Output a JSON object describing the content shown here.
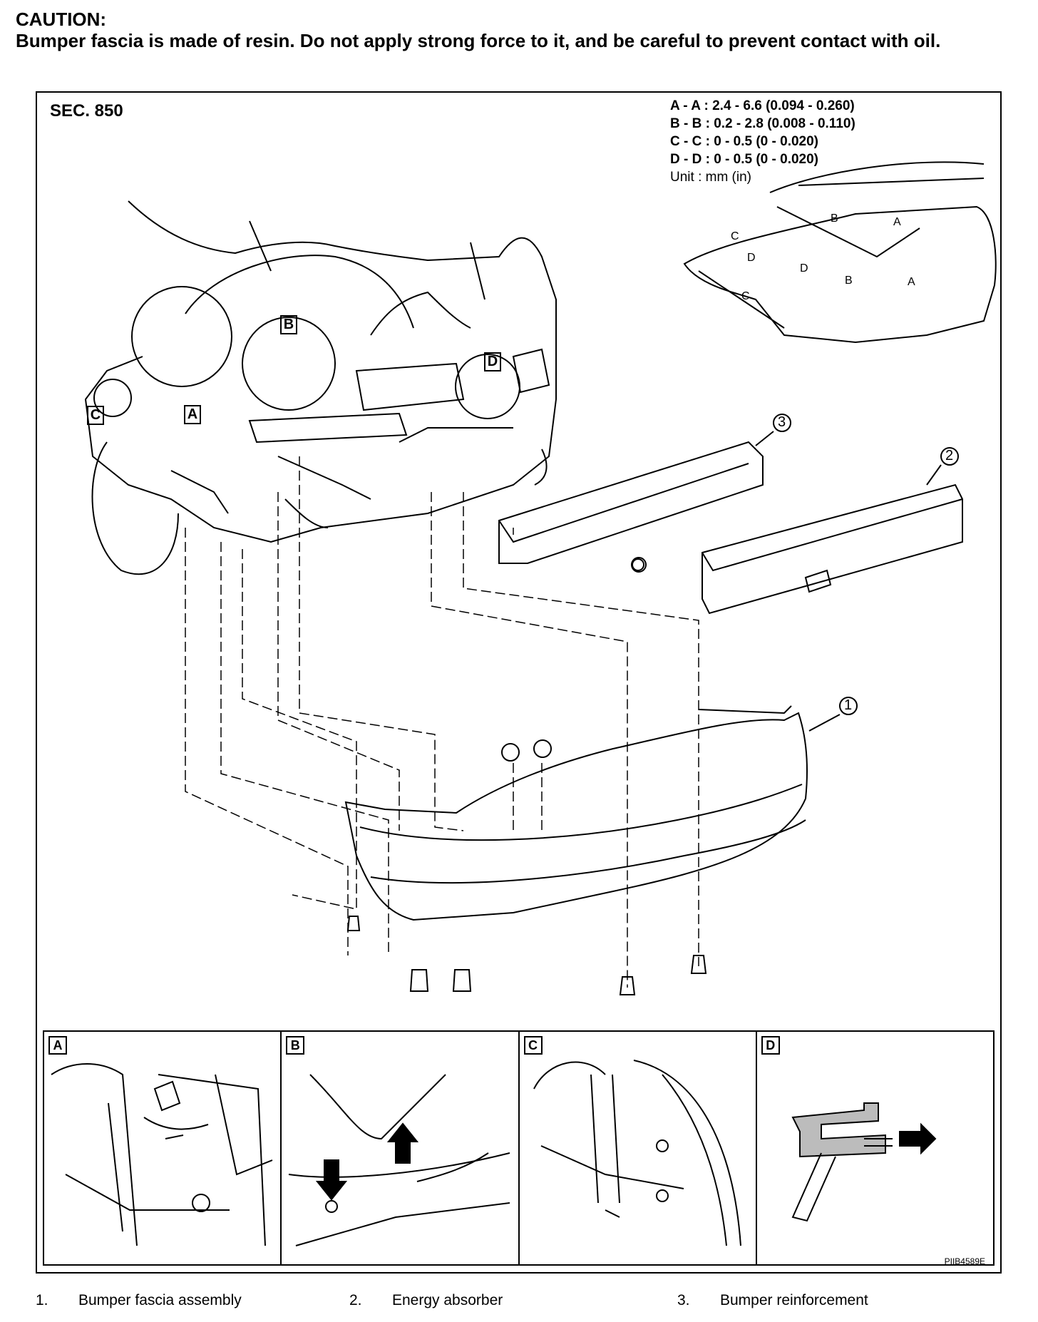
{
  "caution": {
    "title": "CAUTION:",
    "text": "Bumper fascia is made of resin. Do not apply strong force to it, and be careful to prevent contact with oil."
  },
  "diagram": {
    "section": "SEC. 850",
    "tolerances": [
      {
        "spec": "A - A : 2.4 - 6.6 (0.094 - 0.260)"
      },
      {
        "spec": "B - B : 0.2 - 2.8 (0.008 - 0.110)"
      },
      {
        "spec": "C - C : 0 - 0.5 (0 - 0.020)"
      },
      {
        "spec": "D - D : 0 - 0.5 (0 - 0.020)"
      }
    ],
    "unit": "Unit : mm (in)",
    "callouts": {
      "one": "1",
      "two": "2",
      "three": "3"
    },
    "detail_markers": {
      "a": "A",
      "b": "B",
      "c": "C",
      "d": "D"
    },
    "gap_letters": {
      "a": "A",
      "b": "B",
      "c": "C",
      "d": "D"
    },
    "figure_code": "PIIB4589E"
  },
  "insets": [
    {
      "label": "A"
    },
    {
      "label": "B"
    },
    {
      "label": "C"
    },
    {
      "label": "D"
    }
  ],
  "legend": [
    {
      "num": "1.",
      "text": "Bumper fascia assembly"
    },
    {
      "num": "2.",
      "text": "Energy absorber"
    },
    {
      "num": "3.",
      "text": "Bumper reinforcement"
    }
  ],
  "colors": {
    "line": "#000000",
    "paper": "#ffffff",
    "hatch": "#9a9a9a"
  }
}
